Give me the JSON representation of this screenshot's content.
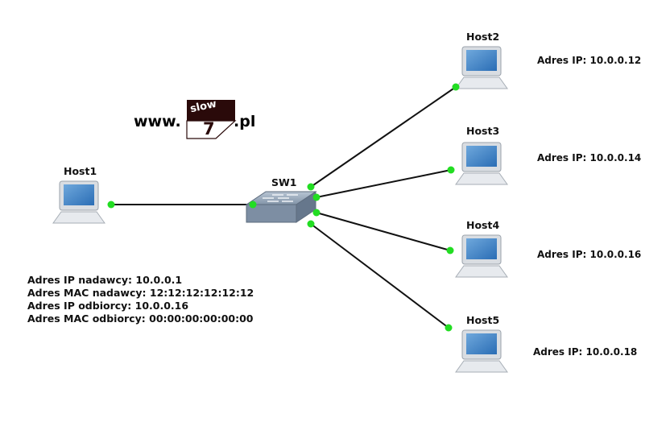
{
  "logo": {
    "prefix": "www.",
    "badge_top": "slow",
    "badge_number": "7",
    "suffix": ".pl"
  },
  "switch": {
    "label": "SW1"
  },
  "hosts": [
    {
      "id": "host1",
      "name": "Host1",
      "ip_label": ""
    },
    {
      "id": "host2",
      "name": "Host2",
      "ip_label": "Adres IP: 10.0.0.12"
    },
    {
      "id": "host3",
      "name": "Host3",
      "ip_label": "Adres IP: 10.0.0.14"
    },
    {
      "id": "host4",
      "name": "Host4",
      "ip_label": "Adres IP: 10.0.0.16"
    },
    {
      "id": "host5",
      "name": "Host5",
      "ip_label": "Adres IP: 10.0.0.18"
    }
  ],
  "frame_info": [
    "Adres IP nadawcy: 10.0.0.1",
    "Adres MAC nadawcy: 12:12:12:12:12:12",
    "Adres IP odbiorcy: 10.0.0.16",
    "Adres MAC odbiorcy: 00:00:00:00:00:00"
  ],
  "colors": {
    "link": "#111111",
    "port": "#22dd22",
    "screen": "#3d7fc4",
    "monitor": "#d9dde2",
    "switch": "#8a9bb0"
  }
}
